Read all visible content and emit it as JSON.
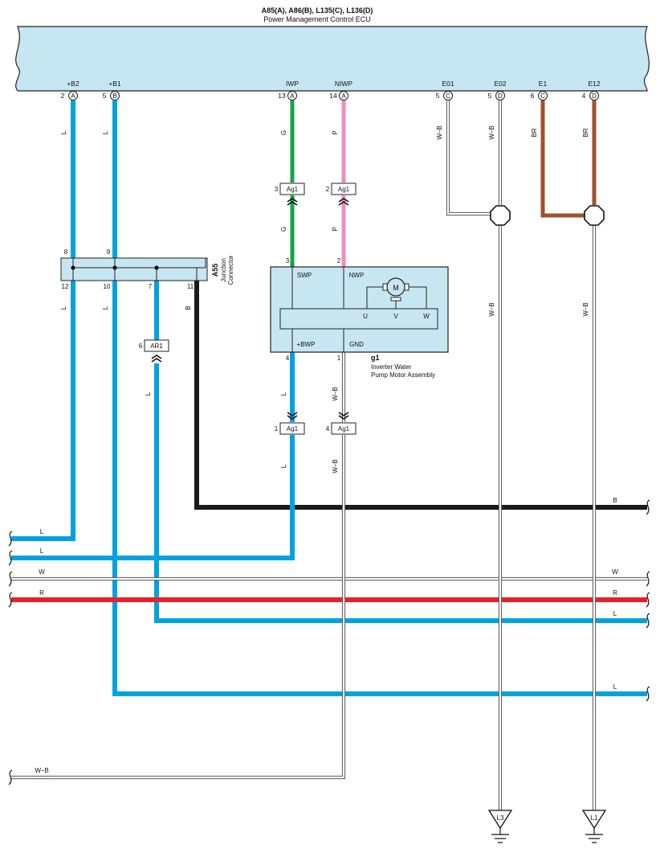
{
  "ecu": {
    "title": "A85(A), A86(B), L135(C), L136(D)",
    "subtitle": "Power Management Control ECU",
    "terminals": [
      {
        "id": "b2",
        "name": "+B2",
        "pin": "2",
        "conn": "A"
      },
      {
        "id": "b1",
        "name": "+B1",
        "pin": "5",
        "conn": "B"
      },
      {
        "id": "iwp",
        "name": "IWP",
        "pin": "13",
        "conn": "A"
      },
      {
        "id": "niwp",
        "name": "NIWP",
        "pin": "14",
        "conn": "A"
      },
      {
        "id": "e01",
        "name": "E01",
        "pin": "5",
        "conn": "C"
      },
      {
        "id": "e02",
        "name": "E02",
        "pin": "5",
        "conn": "D"
      },
      {
        "id": "e1",
        "name": "E1",
        "pin": "6",
        "conn": "C"
      },
      {
        "id": "e12",
        "name": "E12",
        "pin": "4",
        "conn": "D"
      }
    ]
  },
  "junction": {
    "code": "A55",
    "label_line1": "Junction",
    "label_line2": "Connector",
    "pins_top": [
      "8",
      "9"
    ],
    "pins_bottom": [
      "12",
      "10",
      "7",
      "11"
    ]
  },
  "pump": {
    "code": "g1",
    "label_line1": "Inverter Water",
    "label_line2": "Pump Motor Assembly",
    "terminals": {
      "swp": "SWP",
      "nwp": "NWP",
      "bwp": "+BWP",
      "gnd": "GND"
    },
    "pins": {
      "swp": "3",
      "nwp": "2",
      "bwp": "4",
      "gnd": "1"
    },
    "motor": "M",
    "phases": [
      "U",
      "V",
      "W"
    ]
  },
  "connectors": {
    "ag1_iwp": {
      "pin": "3",
      "name": "Ag1"
    },
    "ag1_niwp": {
      "pin": "2",
      "name": "Ag1"
    },
    "ag1_bwp": {
      "pin": "1",
      "name": "Ag1"
    },
    "ag1_gnd": {
      "pin": "4",
      "name": "Ag1"
    },
    "ar1": {
      "pin": "6",
      "name": "AR1"
    }
  },
  "grounds": {
    "left": "L3",
    "right": "L1"
  },
  "wire_codes": {
    "b2": "L",
    "b1": "L",
    "iwp_upper": "G",
    "iwp_lower": "G",
    "niwp_upper": "P",
    "niwp_lower": "P",
    "e01": "W–B",
    "e02": "W–B",
    "e1": "BR",
    "e12": "BR",
    "j12": "L",
    "j10": "L",
    "j11": "B",
    "ar1": "L",
    "bwp": "L",
    "bwp_lower": "L",
    "gnd_upper": "W–B",
    "gnd_lower": "W–B",
    "e02_down": "W–B",
    "e12_down": "W–B"
  },
  "bus_lines": [
    {
      "id": "bus-b",
      "label_left": "",
      "label_right": "B"
    },
    {
      "id": "bus-l1",
      "label_left": "L",
      "label_right": ""
    },
    {
      "id": "bus-l2",
      "label_left": "L",
      "label_right": ""
    },
    {
      "id": "bus-w",
      "label_left": "W",
      "label_right": "W"
    },
    {
      "id": "bus-r",
      "label_left": "R",
      "label_right": "R"
    },
    {
      "id": "bus-l3",
      "label_left": "",
      "label_right": "L"
    },
    {
      "id": "bus-l4",
      "label_left": "",
      "label_right": "L"
    },
    {
      "id": "bus-wb",
      "label_left": "W–B",
      "label_right": ""
    }
  ],
  "colors": {
    "L": "#00a3e0",
    "G": "#16a34a",
    "P": "#f08cbc",
    "BR": "#a0522d",
    "B": "#1a1a1a",
    "R": "#e8202a",
    "W": "#ffffff",
    "W-B": "#ffffff",
    "ecu_fill": "#c6e6f2",
    "comp_fill": "#c6e6f2"
  }
}
